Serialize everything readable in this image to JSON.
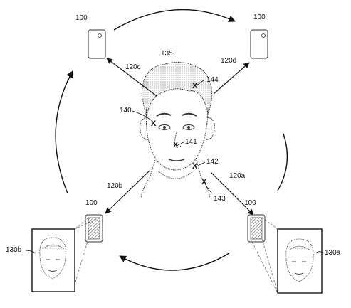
{
  "labels": {
    "device_top_left": "100",
    "device_top_right": "100",
    "device_bottom_left": "100",
    "device_bottom_right": "100",
    "head": "135",
    "arrow_120a": "120a",
    "arrow_120b": "120b",
    "arrow_120c": "120c",
    "arrow_120d": "120d",
    "point_140": "140",
    "point_141": "141",
    "point_142": "142",
    "point_143": "143",
    "point_144": "144",
    "screen_130a": "130a",
    "screen_130b": "130b",
    "x_mark": "X"
  }
}
